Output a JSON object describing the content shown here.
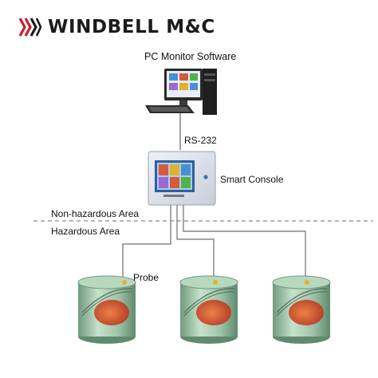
{
  "brand": {
    "name": "WINDBELL M&C",
    "logo_colors": [
      "#c8202a",
      "#1b1b1b"
    ]
  },
  "diagram": {
    "pc_label": "PC Monitor Software",
    "link_label": "RS-232",
    "console_label": "Smart Console",
    "zone_safe_label": "Non-hazardous Area",
    "zone_hazard_label": "Hazardous Area",
    "probe_label": "Probe",
    "tank_count": 3,
    "colors": {
      "wire": "#6d6d6d",
      "boundary": "#8a8a8a",
      "tank_body": "#9fc3a8",
      "tank_fluid": "#d94a2a",
      "console_frame": "#d9dde6",
      "screen": "#a9cdf0"
    }
  }
}
